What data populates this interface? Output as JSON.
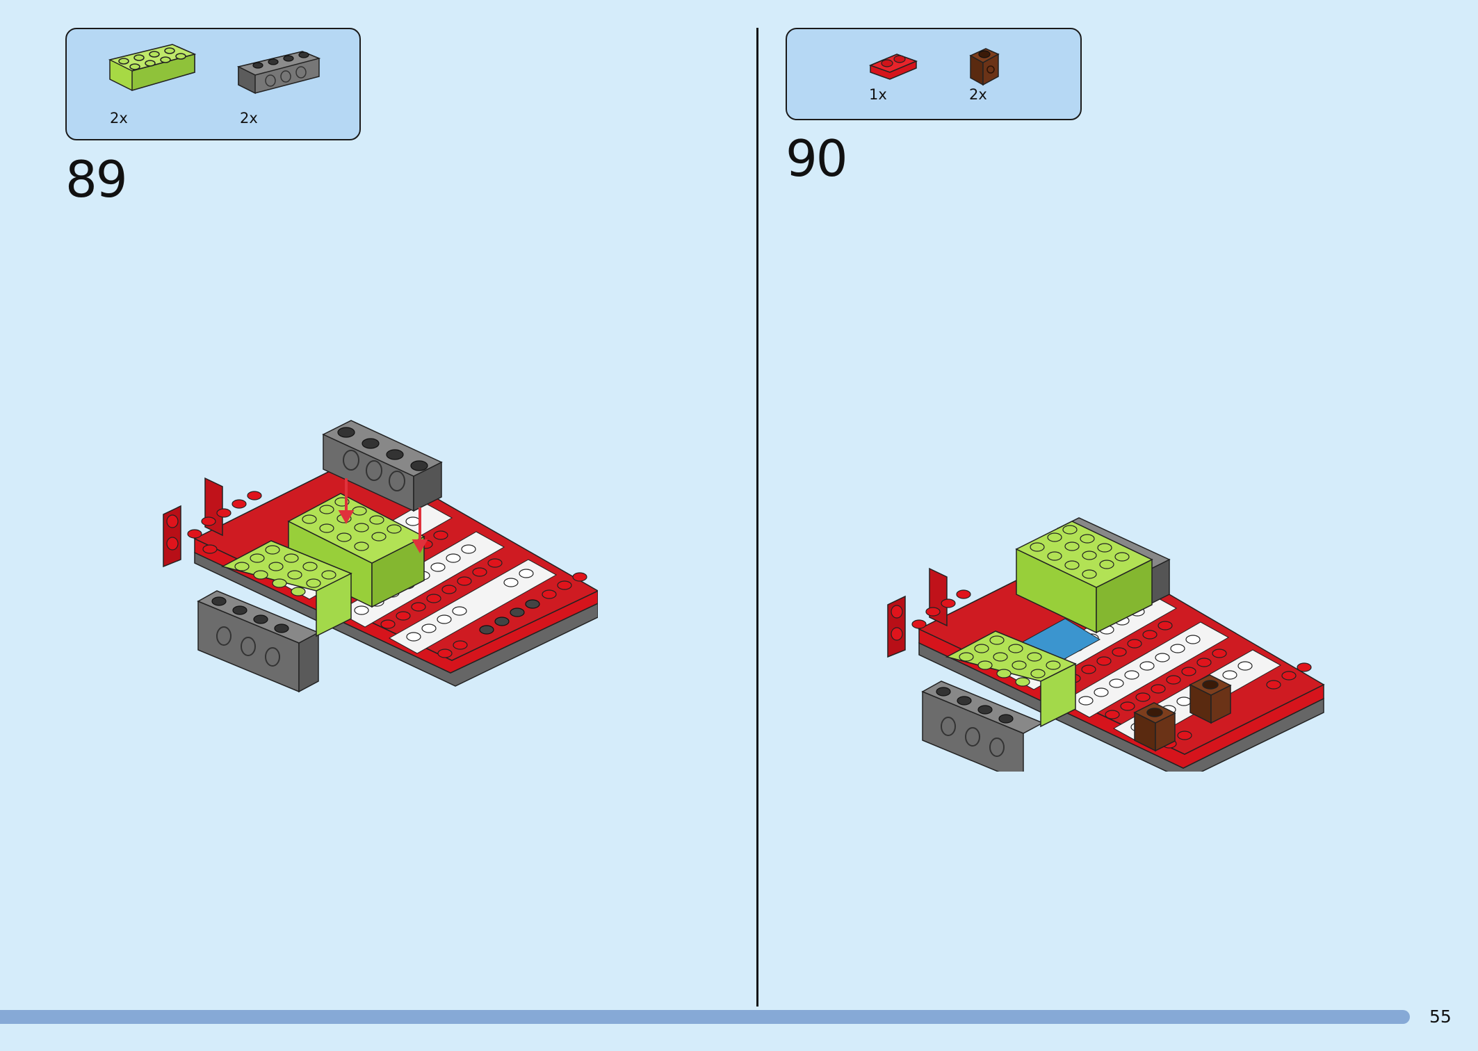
{
  "page": {
    "number": "55"
  },
  "steps": [
    {
      "number": "89",
      "parts": [
        {
          "icon": "lime-brick-2x4-icon",
          "color": "#a7d944",
          "quantity": "2x"
        },
        {
          "icon": "dark-gray-technic-brick-1x4-icon",
          "color": "#6f6f6f",
          "quantity": "2x"
        }
      ]
    },
    {
      "number": "90",
      "parts": [
        {
          "icon": "red-plate-1x2-icon",
          "color": "#d6141c",
          "quantity": "1x"
        },
        {
          "icon": "brown-brick-1x1-icon",
          "color": "#6b3317",
          "quantity": "2x"
        }
      ]
    }
  ],
  "colors": {
    "background": "#d5ecfa",
    "callout": "#b6d8f4",
    "progress": "#86a9d6",
    "arrow": "#e0323c"
  }
}
